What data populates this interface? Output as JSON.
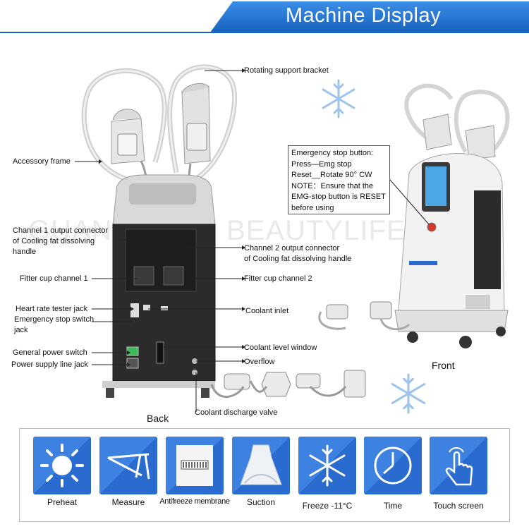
{
  "title": "Machine Display",
  "labels": {
    "rotating_bracket": "Rotating support bracket",
    "accessory_frame": "Accessory frame",
    "ch1_line1": "Channel 1 output connector",
    "ch1_line2": "of Cooling fat dissolving",
    "ch1_line3": "handle",
    "ch2_line1": "Channel 2 output connector",
    "ch2_line2": "of Cooling fat dissolving handle",
    "fitter1": "Fitter cup channel 1",
    "fitter2": "Fitter cup channel 2",
    "heart_rate": "Heart rate tester jack",
    "emg_line1": "Emergency stop switch",
    "emg_line2": "jack",
    "coolant_inlet": "Coolant inlet",
    "coolant_level": "Coolant level window",
    "general_power": "General power switch",
    "power_line": "Power supply line jack",
    "overflow": "Overflow",
    "discharge": "Coolant discharge valve"
  },
  "note": {
    "line1": "Emergency stop button:",
    "line2": "Press—Emg stop",
    "line3": "Reset__Rotate 90° CW",
    "line4": "NOTE：Ensure that the",
    "line5": "EMG-stop button is RESET",
    "line6": " before using"
  },
  "captions": {
    "back": "Back",
    "front": "Front"
  },
  "features": [
    {
      "label": "Preheat",
      "icon": "sun-icon"
    },
    {
      "label": "Measure",
      "icon": "caliper-icon"
    },
    {
      "label": "Antifreeze membrane",
      "icon": "membrane-icon"
    },
    {
      "label": "Suction",
      "icon": "suction-cup-icon"
    },
    {
      "label": "Freeze -11°C",
      "icon": "snowflake-icon"
    },
    {
      "label": "Time",
      "icon": "clock-icon"
    },
    {
      "label": "Touch screen",
      "icon": "finger-touch-icon"
    }
  ],
  "watermark": "GUANGZHOU BEAUTYLIFE",
  "colors": {
    "accent": "#1a6fd1",
    "tile": "#2a6bd0",
    "machine_dark": "#2b2b2b",
    "machine_light": "#d8d8d8",
    "emergency": "#d23a2a"
  }
}
